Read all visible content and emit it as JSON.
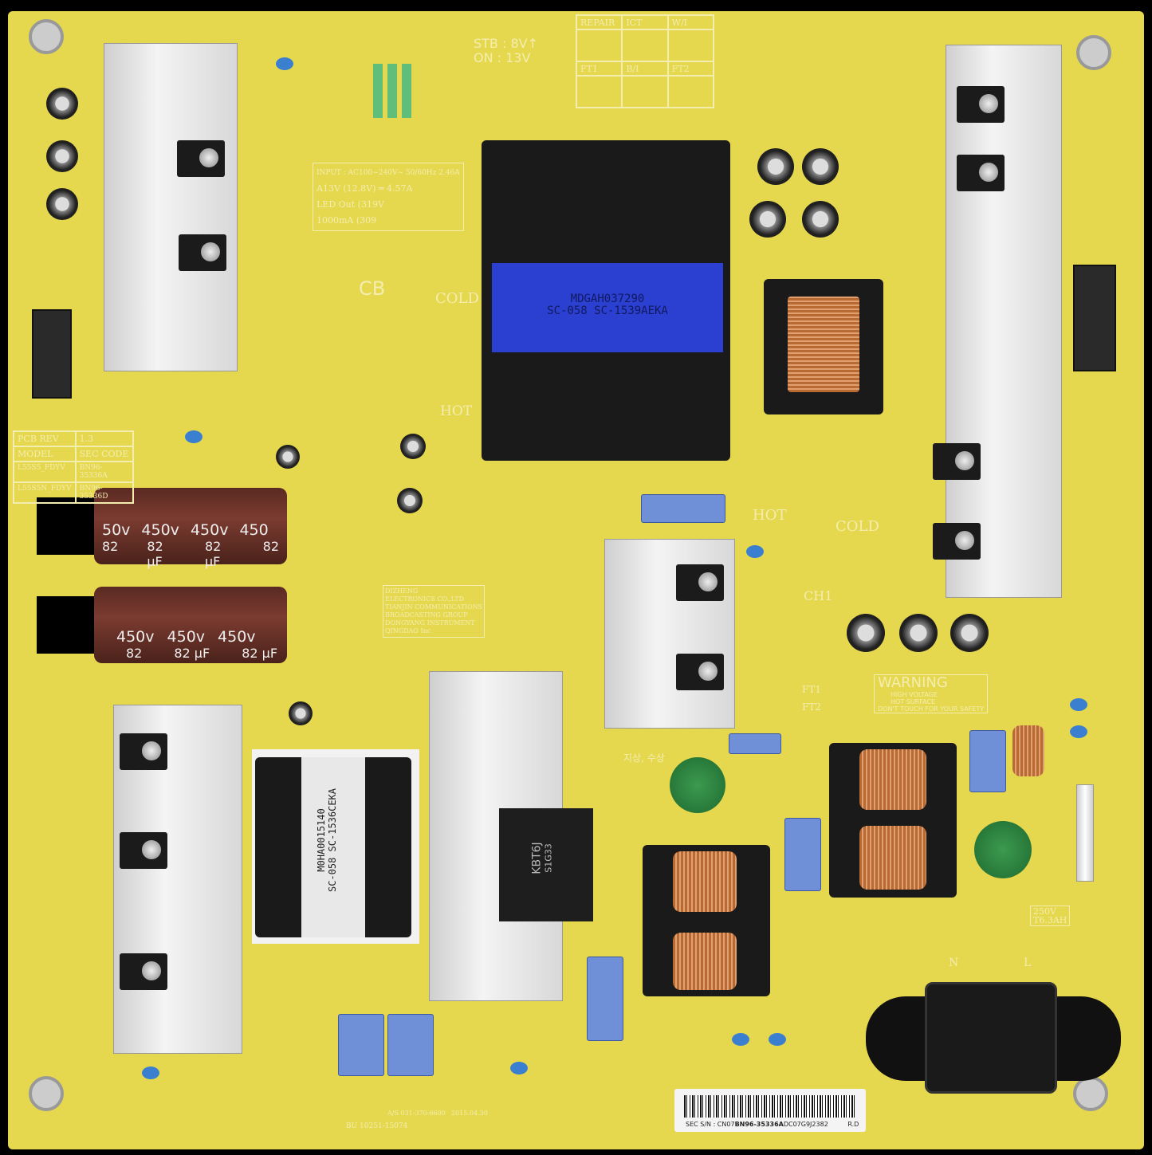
{
  "board": {
    "colors": {
      "pcb": "#e6d84e",
      "background": "#000000",
      "transformer_label": "#2b3fd0",
      "heatsink": "#e0e0e0"
    },
    "transformer_main": {
      "line1": "MDGAH037290",
      "line2": "SC-058 SC-1539AEKA"
    },
    "transformer_small": {
      "line1": "M0HA0015140",
      "line2": "SC-058 SC-1536CEKA"
    },
    "bridge_rectifier": {
      "line1": "KBT6J",
      "line2": "S1G33"
    },
    "standby_label": {
      "line1": "STB : 8V↑",
      "line2": "ON : 13V"
    },
    "qc_table": {
      "headers": [
        "REPAIR",
        "ICT",
        "W/I"
      ],
      "row2": [
        "FT1",
        "B/I",
        "FT2"
      ]
    },
    "spec_box": {
      "input": "INPUT : AC100~240V~ 50/60Hz 2.46A",
      "a13v": "A13V (12.8V) ═ 4.57A",
      "led1": "LED Out (319V",
      "led2": "1000mA (309"
    },
    "pcb_table": {
      "rows": [
        [
          "PCB REV",
          "1.3"
        ],
        [
          "MODEL",
          "SEC CODE"
        ],
        [
          "L55S5_FDYV",
          "BN96-35336A"
        ],
        [
          "L55S5N_FDYV",
          "BN96-35336D"
        ]
      ]
    },
    "capacitors_big": [
      {
        "voltage": [
          "50v",
          "450v",
          "450v",
          "450"
        ],
        "capacitance": [
          "82",
          "82 µF",
          "82 µF",
          "82"
        ]
      },
      {
        "voltage": [
          "450v",
          "450v",
          "450v"
        ],
        "capacitance": [
          "82",
          "82 µF",
          "82 µF"
        ]
      }
    ],
    "zones": {
      "cold1": "COLD",
      "hot1": "HOT",
      "hot2": "HOT",
      "cold2": "COLD",
      "ch1": "CH1"
    },
    "warning": {
      "title": "WARNING",
      "l1": "HIGH VOLTAGE",
      "l2": "HOT SURFACE",
      "l3": "DON'T TOUCH FOR YOUR SAFETY"
    },
    "fuse_label": {
      "l1": "250V",
      "l2": "T6.3AH"
    },
    "korean": "지상, 수상",
    "ft_labels": {
      "ft1": "FT1",
      "ft2": "FT2"
    },
    "inlet": {
      "n": "N",
      "l": "L"
    },
    "cert": "CB",
    "maker_text": [
      "DIZHENG",
      "ELECTRONICS CO.,LTD",
      "TIANJIN COMMUNICATIONS",
      "BROADCASTING GROUP",
      "DONGYANG INSTRUMENT",
      "QINGDAO Inc"
    ],
    "bottom_text": {
      "date": "2015.04.30",
      "code": "BU 10251-15074",
      "as": "A/S 031-370-6600"
    },
    "serial_label": {
      "prefix": "SEC S/N : CN07",
      "part": "BN96-35336A",
      "suffix": "DC07G9J2382",
      "rev": "R.D"
    }
  }
}
